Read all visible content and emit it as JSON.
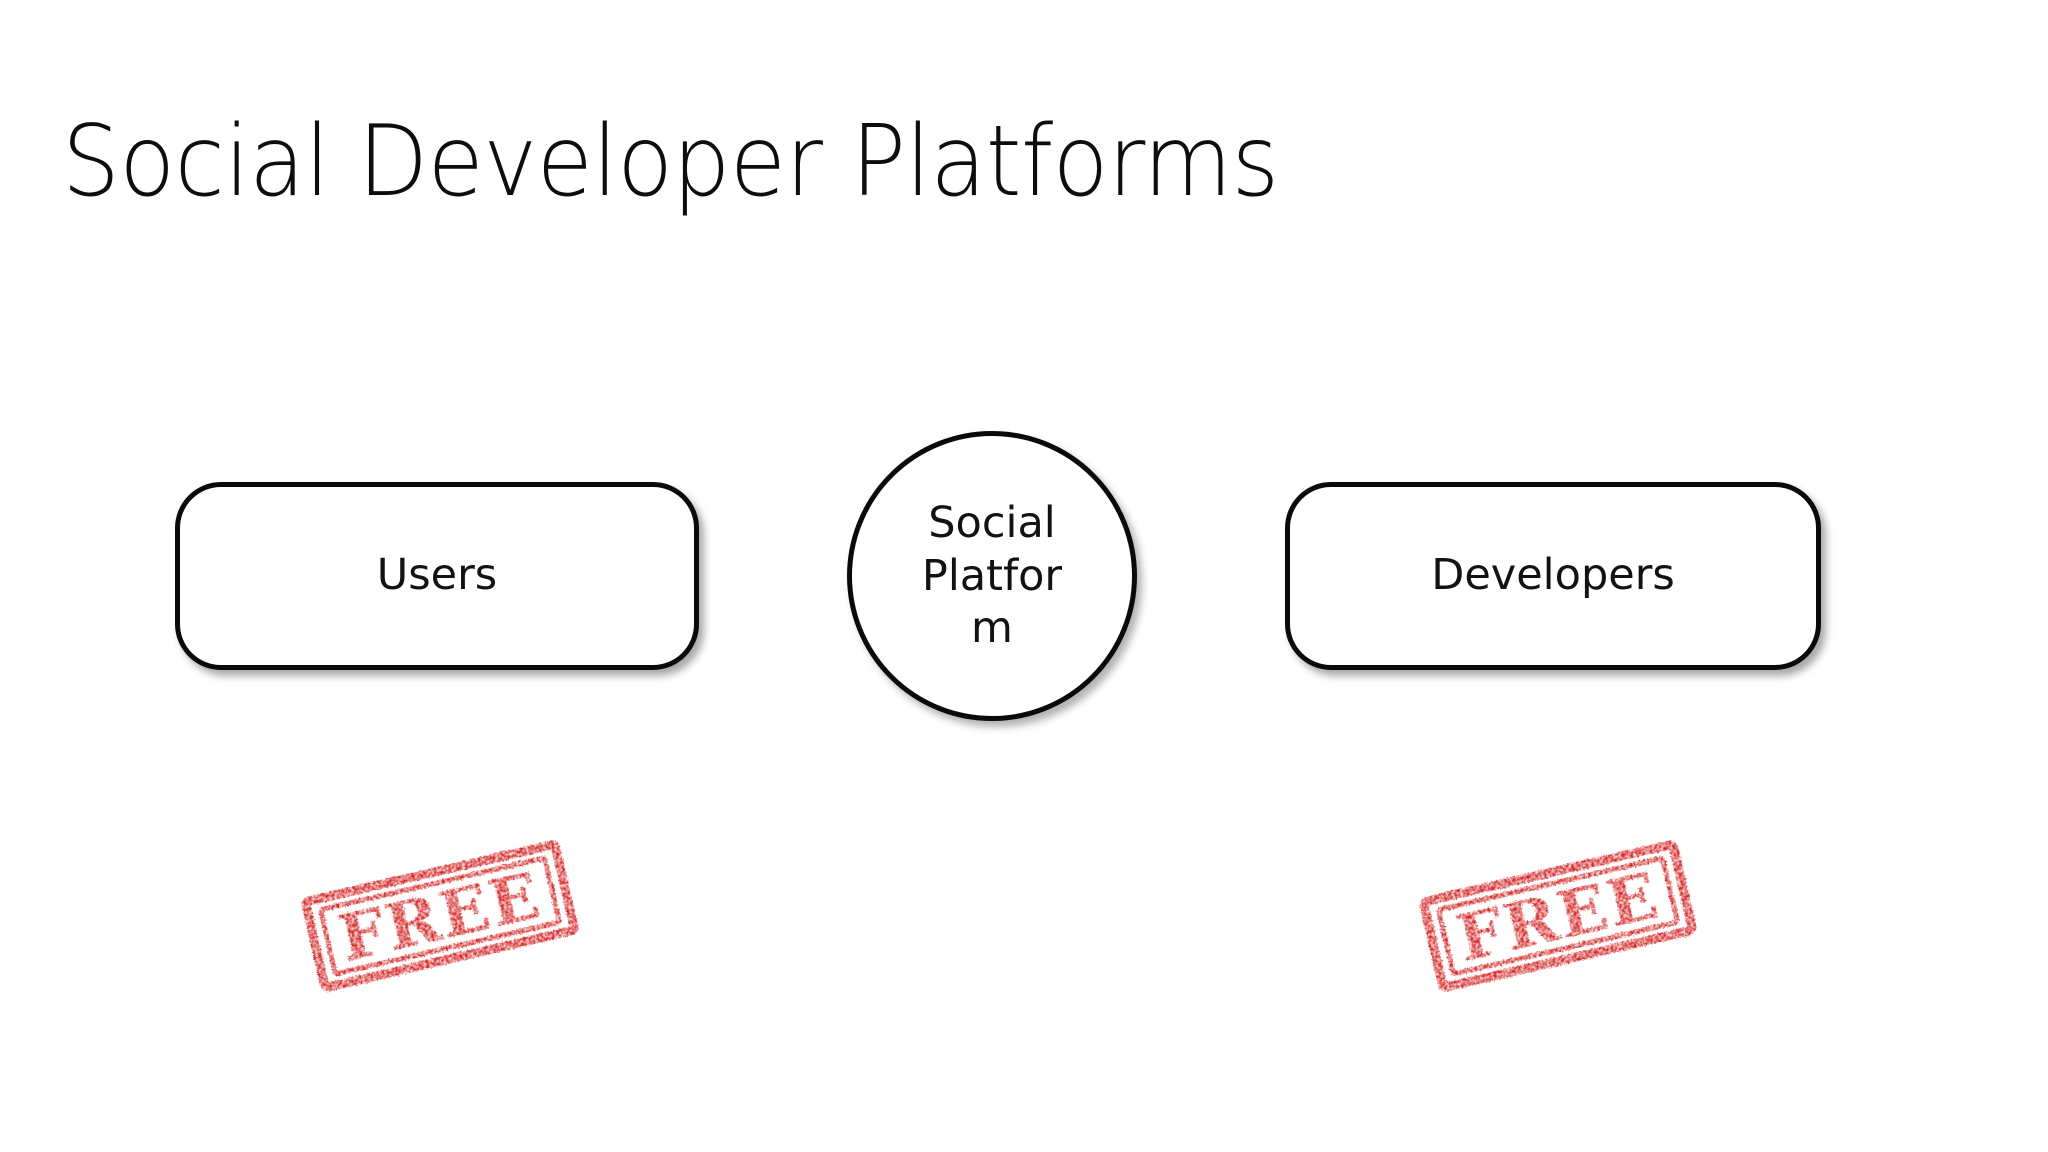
{
  "slide": {
    "title": "Social Developer Platforms",
    "background_color": "#FFFFFF"
  },
  "diagram": {
    "type": "flow",
    "nodes": [
      {
        "id": "users",
        "shape": "rounded-rectangle",
        "label": "Users",
        "fill_color": "#FFFFFF",
        "stroke_color": "#0A0A0A",
        "text_color": "#121212"
      },
      {
        "id": "social-platform",
        "shape": "ellipse",
        "label": "Social Platform",
        "label_wrapped": "Social\nPlatfor\nm",
        "fill_color": "#FFFFFF",
        "stroke_color": "#0A0A0A",
        "text_color": "#121212"
      },
      {
        "id": "developers",
        "shape": "rounded-rectangle",
        "label": "Developers",
        "fill_color": "#FFFFFF",
        "stroke_color": "#0A0A0A",
        "text_color": "#121212"
      }
    ],
    "stamps": [
      {
        "id": "stamp-users",
        "label": "FREE",
        "color": "#D42323",
        "rotation_degrees": -13,
        "under_node": "users"
      },
      {
        "id": "stamp-developers",
        "label": "FREE",
        "color": "#D42323",
        "rotation_degrees": -13,
        "under_node": "developers"
      }
    ]
  }
}
